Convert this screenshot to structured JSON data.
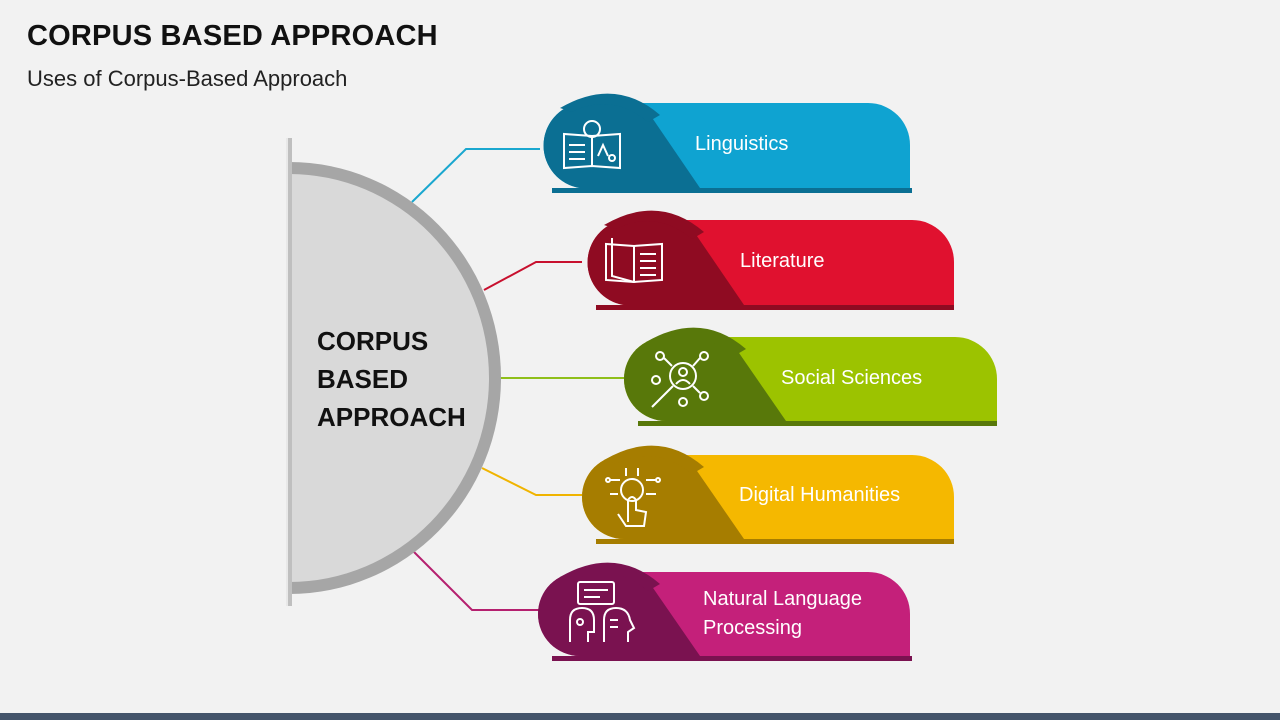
{
  "header": {
    "title": "CORPUS BASED APPROACH",
    "subtitle": "Uses of Corpus-Based Approach"
  },
  "center": {
    "lines": [
      "CORPUS",
      "BASED",
      "APPROACH"
    ]
  },
  "items": [
    {
      "lines": [
        "Linguistics"
      ],
      "icon": "book-globe-icon",
      "color": "#0fa3d1",
      "dark": "#0b6f93",
      "line_color": "#1aa7cf"
    },
    {
      "lines": [
        "Literature"
      ],
      "icon": "open-book-icon",
      "color": "#e0112f",
      "dark": "#8f0b22",
      "line_color": "#c8102e"
    },
    {
      "lines": [
        "Social Sciences"
      ],
      "icon": "network-search-icon",
      "color": "#9cc300",
      "dark": "#58780a",
      "line_color": "#8fbf1a"
    },
    {
      "lines": [
        "Digital Humanities"
      ],
      "icon": "digital-hand-icon",
      "color": "#f5b800",
      "dark": "#a67d00",
      "line_color": "#f0b400"
    },
    {
      "lines": [
        "Natural Language",
        "Processing"
      ],
      "icon": "robot-human-icon",
      "color": "#c4207a",
      "dark": "#7a1250",
      "line_color": "#b5206f"
    }
  ]
}
